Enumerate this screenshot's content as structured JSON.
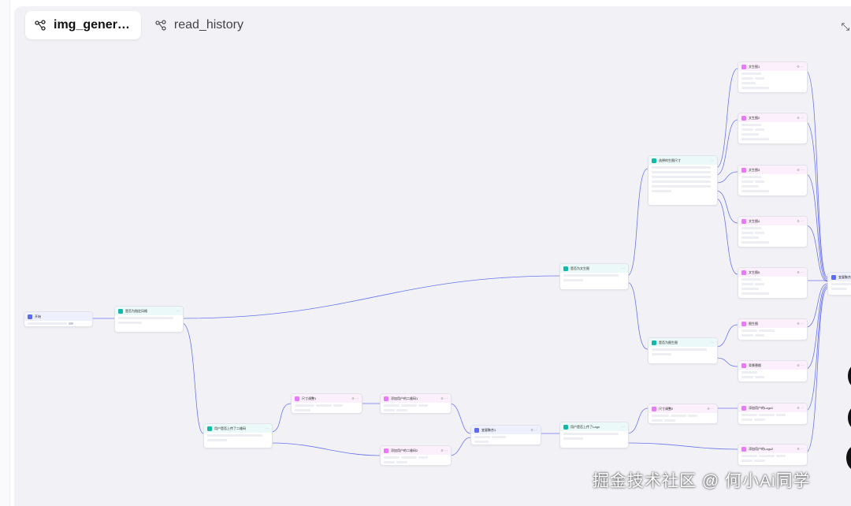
{
  "tabs": [
    {
      "label": "img_gener…",
      "icon": "workflow-icon"
    },
    {
      "label": "read_history",
      "icon": "workflow-icon"
    }
  ],
  "collapse_icon": "collapse-icon",
  "nodes": {
    "start": "开始",
    "branch_style": "是否为指定风格",
    "qr_check": "用户是否上传了二维码",
    "size_adj_1": "尺寸调整1",
    "add_qr_1": "添加用户的二维码1",
    "add_qr_2": "添加用户的二维码2",
    "merge_1": "变量聚合1",
    "logo_check": "用户是否上传了Logo",
    "branch_text": "是否为文生图",
    "branch_image": "是否为图生图",
    "size_select": "选择的生图尺寸",
    "size_adj_2": "尺寸调整2",
    "img_1": "文生图1",
    "img_2": "文生图2",
    "img_3": "文生图3",
    "img_4": "文生图4",
    "img_5": "文生图5",
    "img_6": "图生图",
    "img_7": "背景替换",
    "add_logo_1": "添加用户的Logo1",
    "add_logo_2": "添加用户的Logo2",
    "merge_end": "变量聚合"
  },
  "watermark": "掘金技术社区 @ 何小Ai同学"
}
